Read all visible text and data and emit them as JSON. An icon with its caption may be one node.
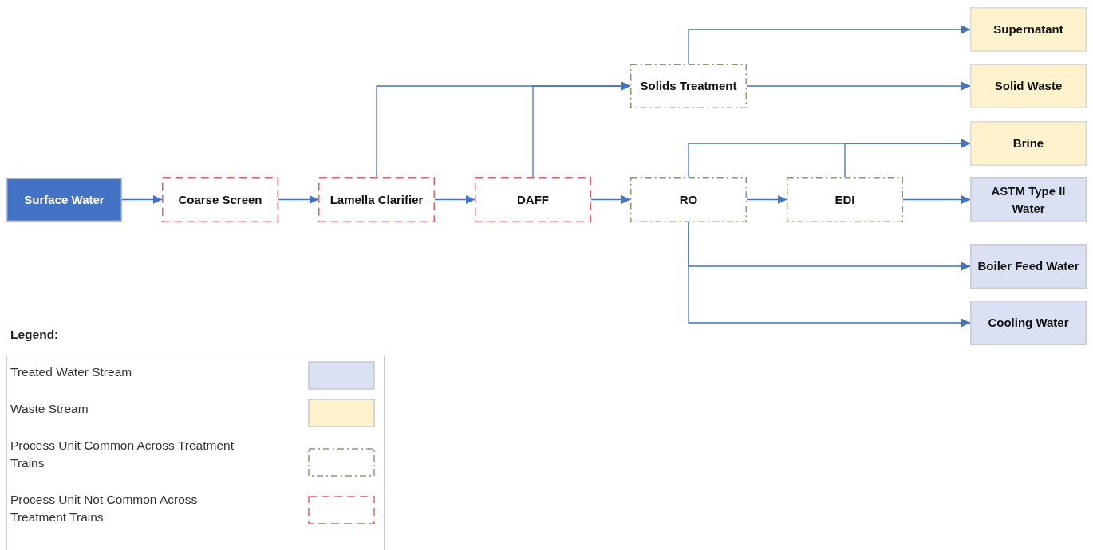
{
  "diagram": {
    "nodes": [
      {
        "text": [
          "Surface Water"
        ]
      },
      {
        "text": [
          "Coarse Screen"
        ]
      },
      {
        "text": [
          "Lamella Clarifier"
        ]
      },
      {
        "text": [
          "DAFF"
        ]
      },
      {
        "text": [
          "Solids Treatment"
        ]
      },
      {
        "text": [
          "RO"
        ]
      },
      {
        "text": [
          "EDI"
        ]
      },
      {
        "text": [
          "Supernatant"
        ]
      },
      {
        "text": [
          "Solid Waste"
        ]
      },
      {
        "text": [
          "Brine"
        ]
      },
      {
        "text": [
          "ASTM Type II Water"
        ]
      },
      {
        "text": [
          "Boiler Feed Water"
        ]
      },
      {
        "text": [
          "Cooling Water"
        ]
      }
    ],
    "edges": [
      {
        "from": 0,
        "to": 1,
        "arrow": "to"
      },
      {
        "from": 1,
        "to": 2,
        "arrow": "to"
      },
      {
        "from": 2,
        "to": 3,
        "arrow": "to"
      },
      {
        "from": 3,
        "to": 5,
        "arrow": "to"
      },
      {
        "from": 2,
        "to": 4,
        "arrow": "to"
      },
      {
        "from": 3,
        "to": 4,
        "arrow": "to"
      },
      {
        "from": 4,
        "to": 7,
        "arrow": "to"
      },
      {
        "from": 4,
        "to": 8,
        "arrow": "to"
      },
      {
        "from": 5,
        "to": 9,
        "arrow": "to"
      },
      {
        "from": 6,
        "to": 9,
        "arrow": "to"
      },
      {
        "from": 5,
        "to": 6,
        "arrow": "to"
      },
      {
        "from": 6,
        "to": 10,
        "arrow": "to"
      },
      {
        "from": 5,
        "to": 11,
        "arrow": "to"
      },
      {
        "from": 5,
        "to": 12,
        "arrow": "to"
      }
    ],
    "labels": [
      "Legend:"
    ],
    "legend": [
      {
        "text": "Treated Water Stream",
        "color": "#dae1f2"
      },
      {
        "text": "Waste Stream",
        "color": "#fff2cc"
      },
      {
        "text": "Process Unit Common Across Treatment Trains"
      },
      {
        "text": "Process Unit Not Common Across Treatment Trains"
      }
    ]
  }
}
